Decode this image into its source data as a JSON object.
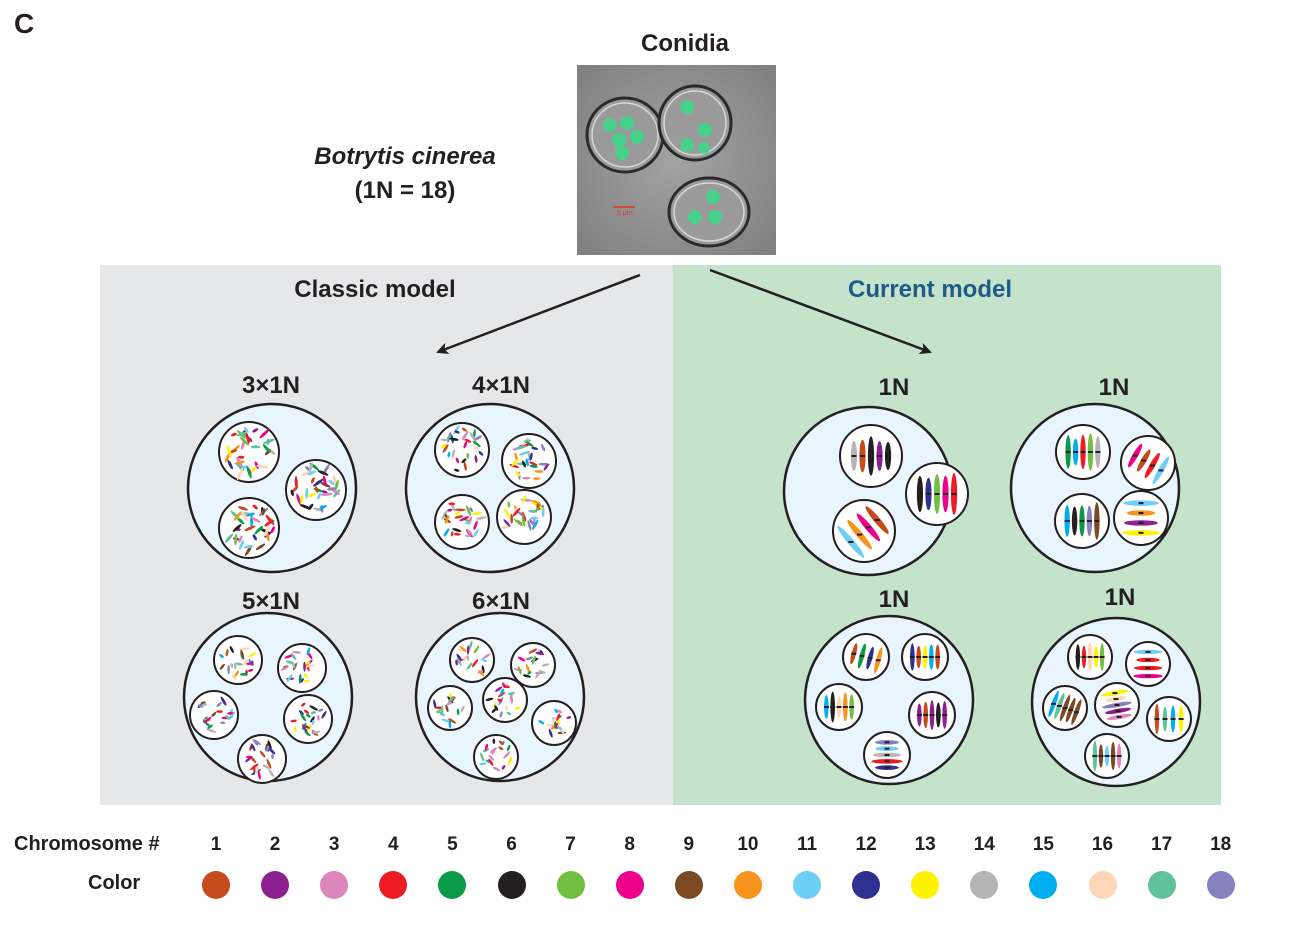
{
  "panel_letter": "C",
  "conidia_title": "Conidia",
  "species": {
    "name": "Botrytis cinerea",
    "ploidy": "(1N = 18)"
  },
  "micrograph_scale_text": "5 μm",
  "models": {
    "classic": "Classic model",
    "current": "Current model"
  },
  "classic_labels": [
    "3×1N",
    "4×1N",
    "5×1N",
    "6×1N"
  ],
  "current_labels": [
    "1N",
    "1N",
    "1N",
    "1N"
  ],
  "legend": {
    "chromosome_label": "Chromosome #",
    "color_label": "Color",
    "chromosomes": [
      "1",
      "2",
      "3",
      "4",
      "5",
      "6",
      "7",
      "8",
      "9",
      "10",
      "11",
      "12",
      "13",
      "14",
      "15",
      "16",
      "17",
      "18"
    ],
    "colors": [
      "#c54a1c",
      "#8e1f8e",
      "#dc86bb",
      "#ed1c24",
      "#0a9a48",
      "#231f20",
      "#72bf44",
      "#ec008c",
      "#7b4a22",
      "#f7941d",
      "#6dcff6",
      "#2e3192",
      "#fff200",
      "#b5b5b5",
      "#00aeef",
      "#fdd6b8",
      "#5fc29c",
      "#8781bd"
    ]
  },
  "colors": {
    "classic_bg": "#e6e7e8",
    "current_bg": "#c5e3ca",
    "cell_fill": "#e8f5fc",
    "current_title": "#1f5a89"
  }
}
